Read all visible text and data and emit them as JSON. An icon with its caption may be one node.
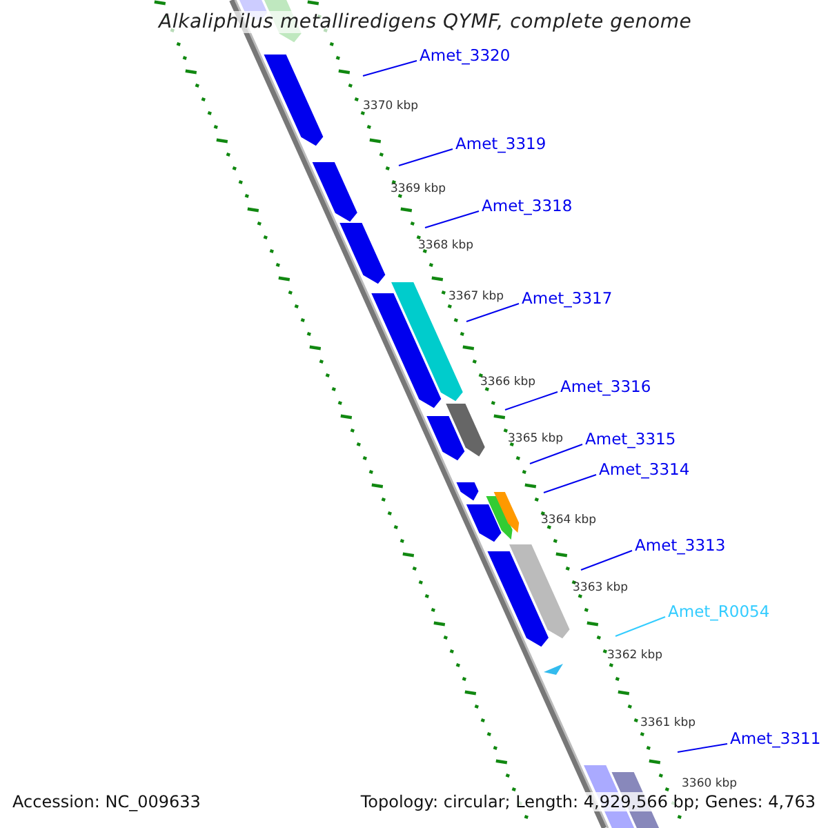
{
  "diagram": {
    "title": "Alkaliphilus metalliredigens QYMF, complete genome",
    "nodes": [
      {
        "text": [
          "Amet_3320"
        ]
      },
      {
        "text": [
          "Amet_3319"
        ]
      },
      {
        "text": [
          "Amet_3318"
        ]
      },
      {
        "text": [
          "Amet_3317"
        ]
      },
      {
        "text": [
          "Amet_3316"
        ]
      },
      {
        "text": [
          "Amet_3315"
        ]
      },
      {
        "text": [
          "Amet_3314"
        ]
      },
      {
        "text": [
          "Amet_3313"
        ]
      },
      {
        "text": [
          "Amet_R0054"
        ]
      },
      {
        "text": [
          "Amet_3311"
        ]
      }
    ],
    "edges": [
      {
        "from": 0,
        "to": null,
        "arrow": "none"
      },
      {
        "from": 1,
        "to": null,
        "arrow": "none"
      },
      {
        "from": 2,
        "to": null,
        "arrow": "none"
      },
      {
        "from": 3,
        "to": null,
        "arrow": "none"
      },
      {
        "from": 4,
        "to": null,
        "arrow": "none"
      },
      {
        "from": 5,
        "to": null,
        "arrow": "none"
      },
      {
        "from": 6,
        "to": null,
        "arrow": "none"
      },
      {
        "from": 7,
        "to": null,
        "arrow": "none"
      },
      {
        "from": 8,
        "to": null,
        "arrow": "none",
        "color": "#33ccff"
      },
      {
        "from": 9,
        "to": null,
        "arrow": "none"
      }
    ],
    "labels": [
      "3370 kbp",
      "3369 kbp",
      "3368 kbp",
      "3367 kbp",
      "3366 kbp",
      "3365 kbp",
      "3364 kbp",
      "3363 kbp",
      "3362 kbp",
      "3361 kbp",
      "3360 kbp",
      "Accession: NC_009633",
      "Topology: circular; Length: 4,929,566 bp; Genes: 4,763"
    ]
  }
}
